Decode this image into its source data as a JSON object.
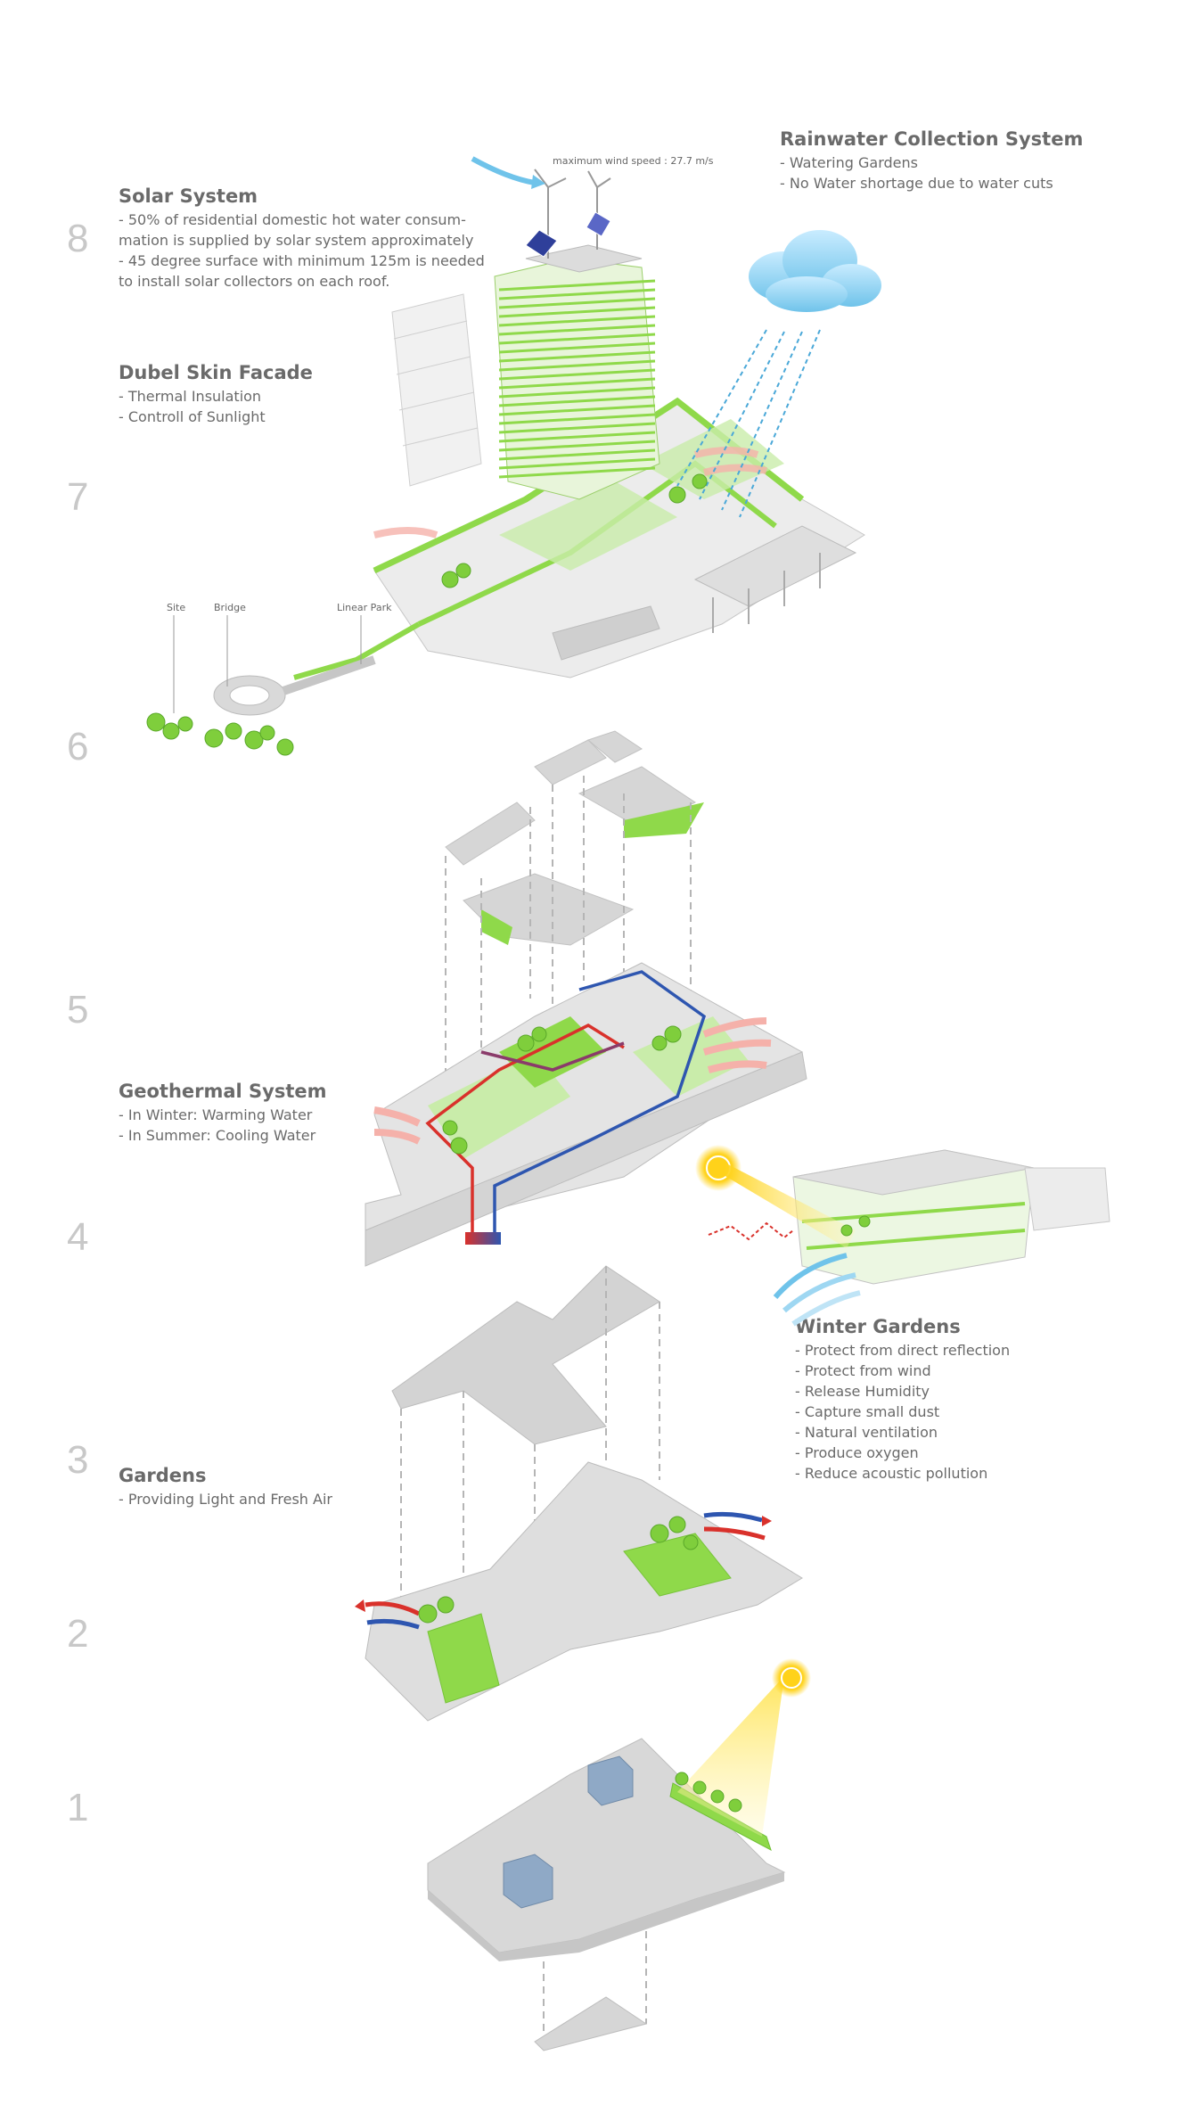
{
  "levels": [
    "8",
    "7",
    "6",
    "5",
    "4",
    "3",
    "2",
    "1"
  ],
  "solar": {
    "title": "Solar System",
    "items": [
      "- 50% of residential domestic hot water consum-",
      "mation is supplied by solar system approximately",
      "- 45 degree surface with minimum 125m is needed",
      "to install solar collectors on each roof."
    ]
  },
  "facade": {
    "title": "Dubel Skin Facade",
    "items": [
      "- Thermal Insulation",
      "- Controll of Sunlight"
    ]
  },
  "rain": {
    "title": "Rainwater Collection System",
    "items": [
      "- Watering Gardens",
      "- No Water shortage due to water cuts"
    ]
  },
  "wind_label": "maximum wind speed : 27.7 m/s",
  "site_labels": {
    "site": "Site",
    "bridge": "Bridge",
    "park": "Linear Park"
  },
  "geo": {
    "title": "Geothermal System",
    "items": [
      "- In Winter: Warming Water",
      "- In Summer: Cooling Water"
    ]
  },
  "winter": {
    "title": "Winter Gardens",
    "items": [
      "- Protect from direct reflection",
      "- Protect from wind",
      "- Release Humidity",
      "- Capture small dust",
      "- Natural ventilation",
      "- Produce oxygen",
      "- Reduce acoustic pollution"
    ]
  },
  "gardens": {
    "title": "Gardens",
    "items": [
      "- Providing Light and Fresh Air"
    ]
  },
  "colors": {
    "green": "#8fd94a",
    "light_green": "#c9ecaa",
    "grey": "#d4d4d4",
    "dark_grey": "#b5b5b5",
    "red": "#d9312b",
    "blue": "#2e56b0",
    "sun": "#ffd21a",
    "sky_blue": "#6fc3ea"
  },
  "icons": [
    "sun-icon",
    "cloud-icon",
    "wind-turbine-icon",
    "solar-panel-icon",
    "tree-icon",
    "airflow-arrow-icon",
    "rain-icon"
  ]
}
